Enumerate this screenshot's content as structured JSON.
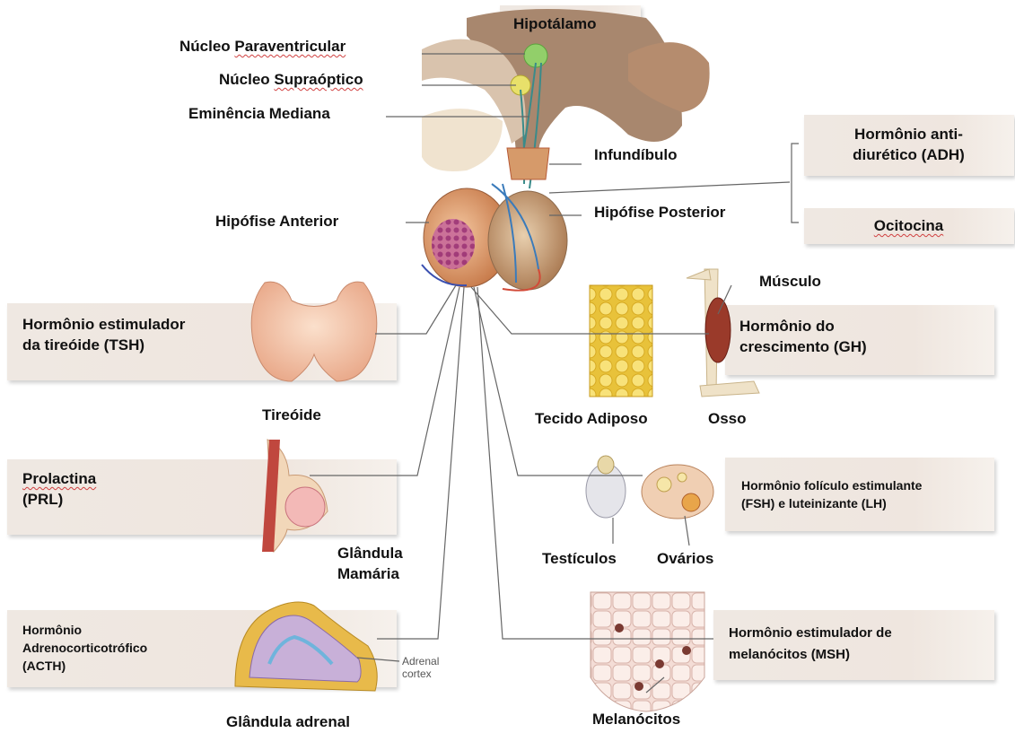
{
  "hypothalamus": {
    "title": "Hipotálamo",
    "paraventricular_prefix": "Núcleo ",
    "paraventricular_word": "Paraventricular",
    "supraoptic_prefix": "Núcleo ",
    "supraoptic_word": "Supraóptico",
    "median_eminence": "Eminência Mediana",
    "infundibulum": "Infundíbulo"
  },
  "pituitary": {
    "anterior": "Hipófise Anterior",
    "posterior": "Hipófise Posterior"
  },
  "posterior_hormones": {
    "adh_line1": "Hormônio anti-",
    "adh_line2": "diurético (ADH)",
    "oxytocin": "Ocitocina"
  },
  "tsh": {
    "hormone_line1": "Hormônio estimulador",
    "hormone_line2": "da tireóide (TSH)",
    "organ": "Tireóide"
  },
  "prl": {
    "hormone_line1": "Prolactina",
    "hormone_line2": "(PRL)",
    "organ_line1": "Glândula",
    "organ_line2": "Mamária"
  },
  "acth": {
    "hormone_line1": "Hormônio",
    "hormone_line2": "Adrenocorticotrófico",
    "hormone_line3": "(ACTH)",
    "organ": "Glândula adrenal",
    "cortex_line1": "Adrenal",
    "cortex_line2": "cortex"
  },
  "gh": {
    "muscle": "Músculo",
    "hormone_line1": "Hormônio do",
    "hormone_line2": "crescimento (GH)",
    "adipose": "Tecido Adiposo",
    "bone": "Osso"
  },
  "fsh_lh": {
    "hormone_line1": "Hormônio folículo estimulante",
    "hormone_line2": "(FSH) e luteinizante (LH)",
    "testes": "Testículos",
    "ovaries": "Ovários"
  },
  "msh": {
    "hormone_line1": "Hormônio estimulador de",
    "hormone_line2": "melanócitos (MSH)",
    "cells": "Melanócitos"
  }
}
